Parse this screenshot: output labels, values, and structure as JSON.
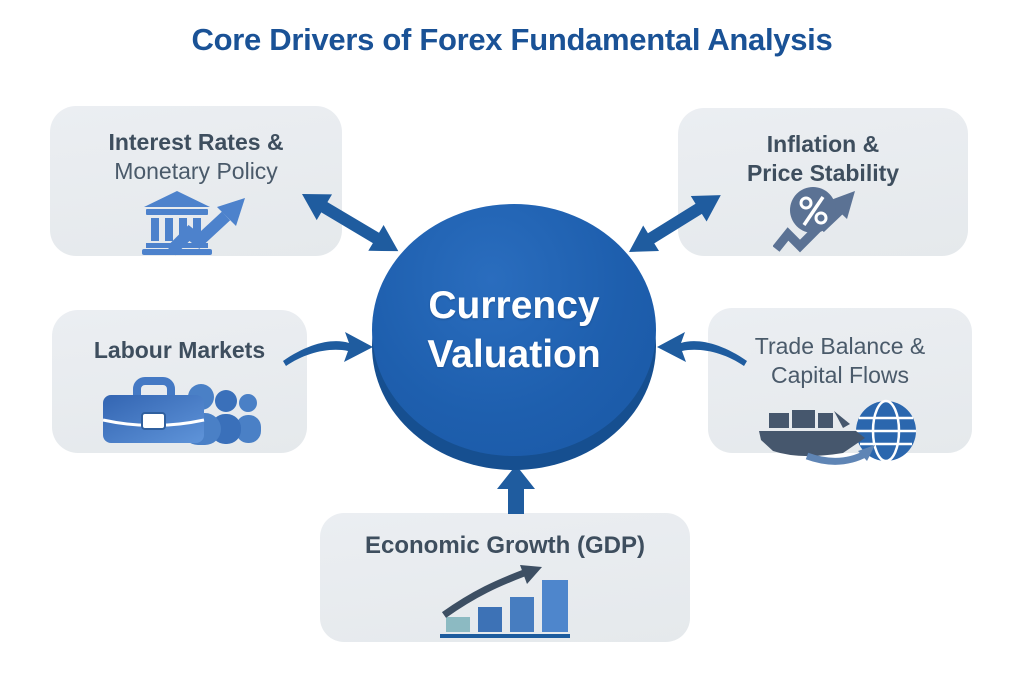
{
  "title": "Core Drivers of Forex Fundamental Analysis",
  "center": {
    "line1": "Currency",
    "line2": "Valuation"
  },
  "nodes": {
    "interest": {
      "line1": "Interest Rates &",
      "line2": "Monetary Policy",
      "icon": "bank-growth-icon"
    },
    "inflation": {
      "line1": "Inflation &",
      "line2": "Price Stability",
      "icon": "percent-growth-icon"
    },
    "labour": {
      "line1": "Labour Markets",
      "icon": "briefcase-people-icon"
    },
    "trade": {
      "line1": "Trade Balance &",
      "line2": "Capital Flows",
      "icon": "ship-globe-icon"
    },
    "gdp": {
      "line1": "Economic Growth (GDP)",
      "icon": "bar-chart-growth-icon"
    }
  },
  "connections": [
    {
      "from": "interest-rates-monetary-policy",
      "to": "currency-valuation",
      "bidirectional": true
    },
    {
      "from": "inflation-price-stability",
      "to": "currency-valuation",
      "bidirectional": true
    },
    {
      "from": "labour-markets",
      "to": "currency-valuation",
      "bidirectional": false
    },
    {
      "from": "trade-balance-capital-flows",
      "to": "currency-valuation",
      "bidirectional": false
    },
    {
      "from": "economic-growth-gdp",
      "to": "currency-valuation",
      "bidirectional": false
    }
  ],
  "colors": {
    "title_text": "#1a5296",
    "arrow": "#1f5c9f",
    "box_background": "#e8ebee",
    "box_text": "#3e4e5e",
    "circle_main": "#1e5fae",
    "circle_rim": "#164f90",
    "circle_text": "#ffffff",
    "icon_blue": "#4d82cc",
    "icon_slate": "#5b7294",
    "icon_dark_slate": "#46576d",
    "icon_teal_bar": "#8cbac2",
    "icon_globe_blue": "#2b67ae"
  }
}
